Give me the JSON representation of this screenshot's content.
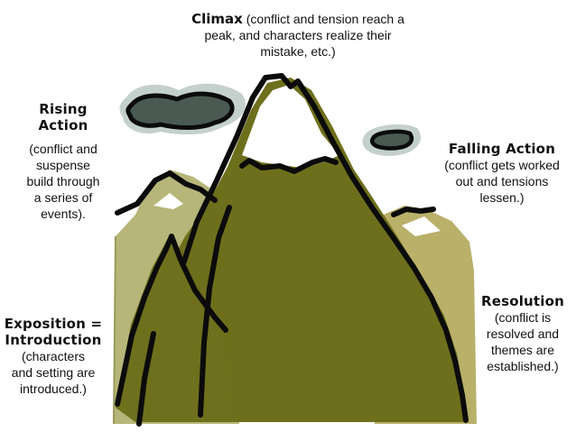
{
  "climax": {
    "title": "Climax",
    "text_line1": " (conflict and tension reach a",
    "text_line2": "peak, and characters realize their",
    "text_line3": "mistake, etc.)"
  },
  "rising_action": {
    "title_line1": "Rising",
    "title_line2": "Action",
    "text_lines": [
      "(conflict and",
      "suspense",
      "build through",
      "a series of",
      "events)."
    ]
  },
  "falling_action": {
    "title": "Falling Action",
    "text_lines": [
      "(conflict gets worked",
      "out and tensions",
      "lessen.)"
    ]
  },
  "exposition": {
    "title_line1": "Exposition =",
    "title_line2": "Introduction",
    "text_lines": [
      "(characters",
      "and setting are",
      "introduced.)"
    ]
  },
  "resolution": {
    "title": "Resolution",
    "text_lines": [
      "(conflict is",
      "resolved and",
      "themes are",
      "established.)"
    ]
  },
  "colors": {
    "main_mountain": "#6e6f1c",
    "back_mountain": "#b7b67a",
    "right_mountain": "#b9b06a",
    "snow": "#ffffff",
    "cloud_fill": "#4a5a52",
    "cloud_halo": "#c4d0cc",
    "outline": "#0b0b0b"
  }
}
